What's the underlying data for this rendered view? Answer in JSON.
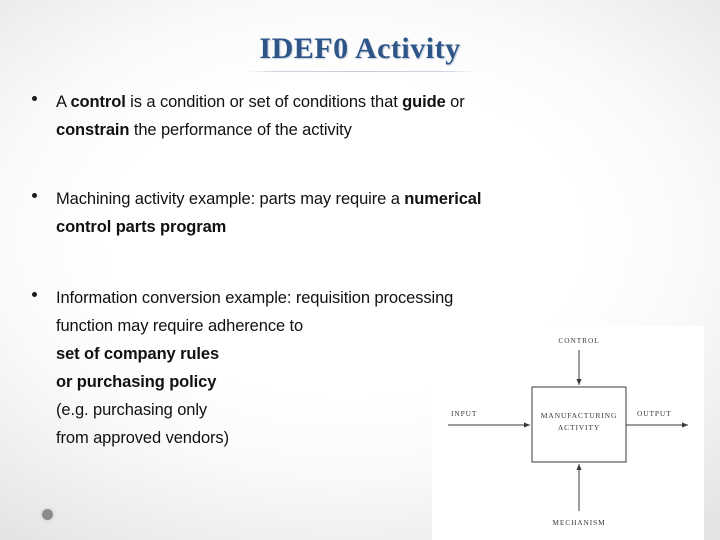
{
  "slide": {
    "title": "IDEF0 Activity",
    "title_color": "#2d5588",
    "background": "white-to-light-gray radial gradient"
  },
  "bullets": [
    {
      "marker": "round-bullet",
      "lines": [
        [
          {
            "text": "A ",
            "bold": false
          },
          {
            "text": "control",
            "bold": true
          },
          {
            "text": " is a condition or set of conditions that ",
            "bold": false
          },
          {
            "text": "guide",
            "bold": true
          },
          {
            "text": " or",
            "bold": false
          }
        ],
        [
          {
            "text": "constrain",
            "bold": true
          },
          {
            "text": " the performance of the activity",
            "bold": false
          }
        ]
      ]
    },
    {
      "marker": "round-bullet",
      "lines": [
        [
          {
            "text": "Machining activity example: parts may require a ",
            "bold": false
          },
          {
            "text": "numerical",
            "bold": true
          }
        ],
        [
          {
            "text": "control parts program",
            "bold": true
          }
        ]
      ]
    },
    {
      "marker": "round-bullet",
      "lines": [
        [
          {
            "text": "Information conversion example: requisition processing",
            "bold": false
          }
        ],
        [
          {
            "text": "function may require adherence to",
            "bold": false
          }
        ],
        [
          {
            "text": "set of company rules",
            "bold": true
          }
        ],
        [
          {
            "text": "or purchasing policy",
            "bold": true
          }
        ],
        [
          {
            "text": "(e.g. purchasing only",
            "bold": false
          }
        ],
        [
          {
            "text": "from approved vendors)",
            "bold": false
          }
        ]
      ]
    }
  ],
  "footer": {
    "dot_color": "#8c8c8c"
  },
  "diagram": {
    "name": "idef0-activity-box-diagram",
    "box_label_line1": "MANUFACTURING",
    "box_label_line2": "ACTIVITY",
    "control_label": "CONTROL",
    "input_label": "INPUT",
    "output_label": "OUTPUT",
    "mechanism_label": "MECHANISM",
    "line_color": "#3a3a3a"
  }
}
